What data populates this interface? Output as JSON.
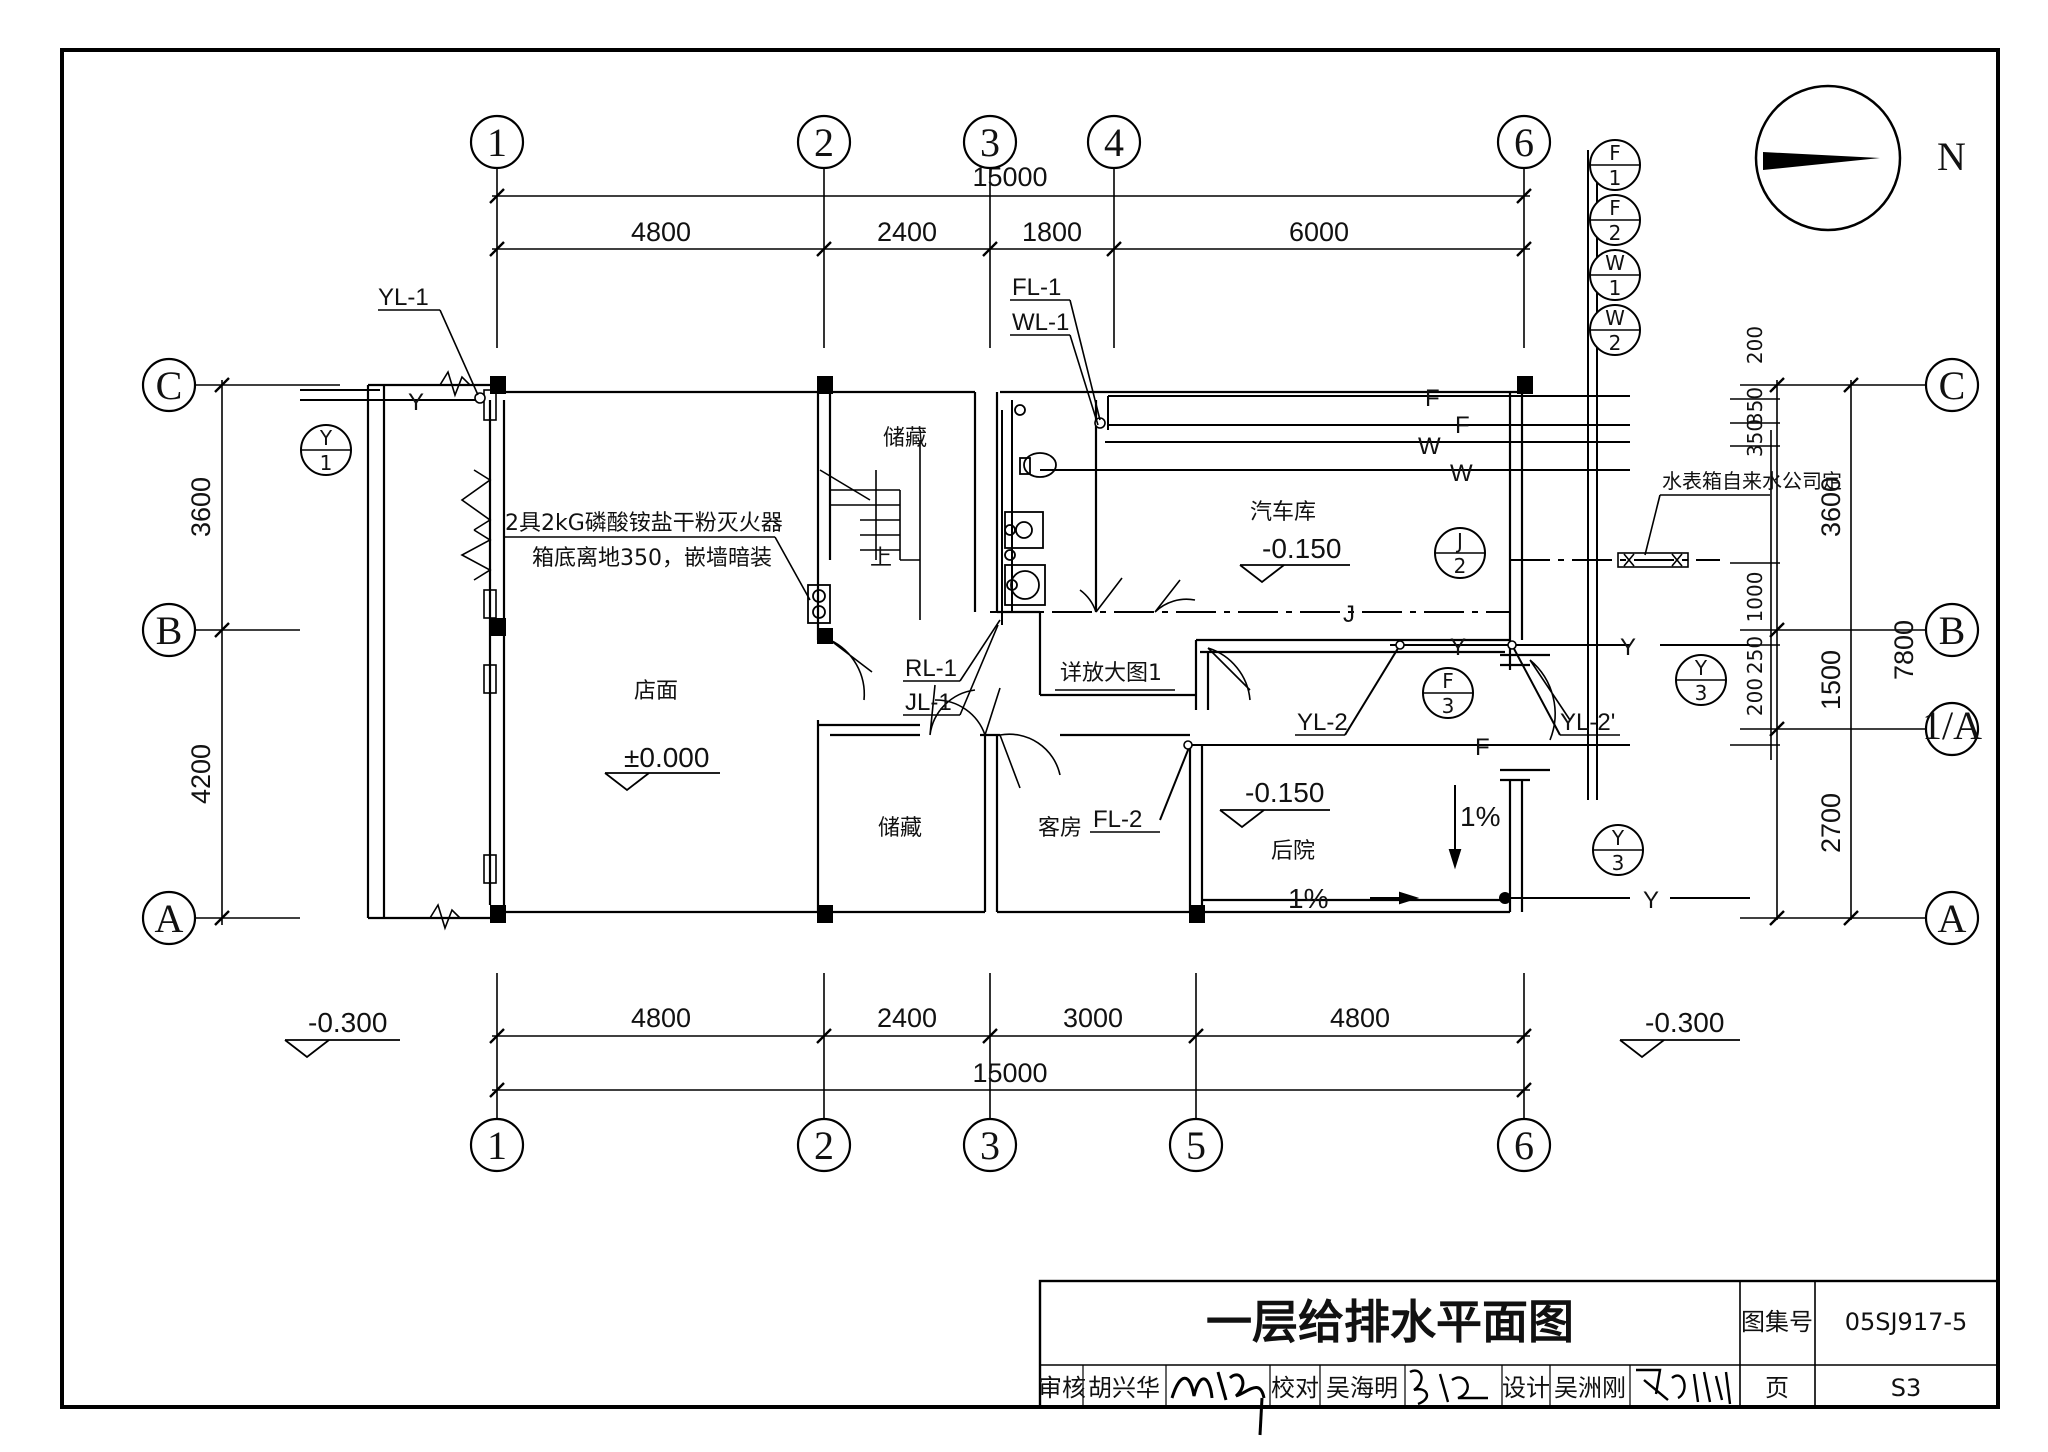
{
  "axes_top": [
    "1",
    "2",
    "3",
    "4",
    "6"
  ],
  "axes_bottom": [
    "1",
    "2",
    "3",
    "5",
    "6"
  ],
  "axes_left": [
    "C",
    "B",
    "A"
  ],
  "axes_right": [
    "C",
    "B",
    "1/A",
    "A"
  ],
  "dims_top": {
    "total": "15000",
    "segments": [
      "4800",
      "2400",
      "1800",
      "6000"
    ]
  },
  "dims_bottom": {
    "total": "15000",
    "segments": [
      "4800",
      "2400",
      "3000",
      "4800"
    ]
  },
  "dims_left": [
    "3600",
    "4200"
  ],
  "dims_right_outer": [
    "3600",
    "1500",
    "2700"
  ],
  "dims_right_total": "7800",
  "dims_right_small": [
    "200",
    "350",
    "350",
    "1000",
    "250",
    "200"
  ],
  "rooms": {
    "storage_top": "储藏",
    "shop": "店面",
    "storage_bottom": "储藏",
    "guest_room": "客房",
    "garage": "汽车库",
    "backyard": "后院"
  },
  "elevations": {
    "shop": "±0.000",
    "garage": "-0.150",
    "backyard": "-0.150",
    "outside_left": "-0.300",
    "outside_right": "-0.300"
  },
  "labels": {
    "yl1": "YL-1",
    "fl1": "FL-1",
    "wl1": "WL-1",
    "rl1": "RL-1",
    "jl1": "JL-1",
    "yl2": "YL-2",
    "yl2p": "YL-2'",
    "fl2": "FL-2",
    "detail": "详放大图1",
    "extinguisher_1": "2具2kG磷酸铵盐干粉灭火器",
    "extinguisher_2": "箱底离地350，嵌墙暗装",
    "meter_box": "水表箱自来水公司定",
    "stairs_up": "上",
    "slope_1": "1%",
    "slope_2": "1%"
  },
  "pipe_letters": {
    "f": "F",
    "w": "W",
    "y": "Y",
    "j": "J"
  },
  "pipe_symbols": [
    {
      "top": "F",
      "bottom": "1"
    },
    {
      "top": "F",
      "bottom": "2"
    },
    {
      "top": "W",
      "bottom": "1"
    },
    {
      "top": "W",
      "bottom": "2"
    },
    {
      "top": "Y",
      "bottom": "1"
    },
    {
      "top": "J",
      "bottom": "2"
    },
    {
      "top": "F",
      "bottom": "3"
    },
    {
      "top": "Y",
      "bottom": "3"
    },
    {
      "top": "Y",
      "bottom": "3"
    }
  ],
  "north": "N",
  "title_block": {
    "title": "一层给排水平面图",
    "atlas_label": "图集号",
    "atlas_no": "05SJ917-5",
    "page_label": "页",
    "page_no": "S3",
    "review_label": "审核",
    "reviewer": "胡兴华",
    "check_label": "校对",
    "checker": "吴海明",
    "design_label": "设计",
    "designer": "吴洲刚"
  }
}
